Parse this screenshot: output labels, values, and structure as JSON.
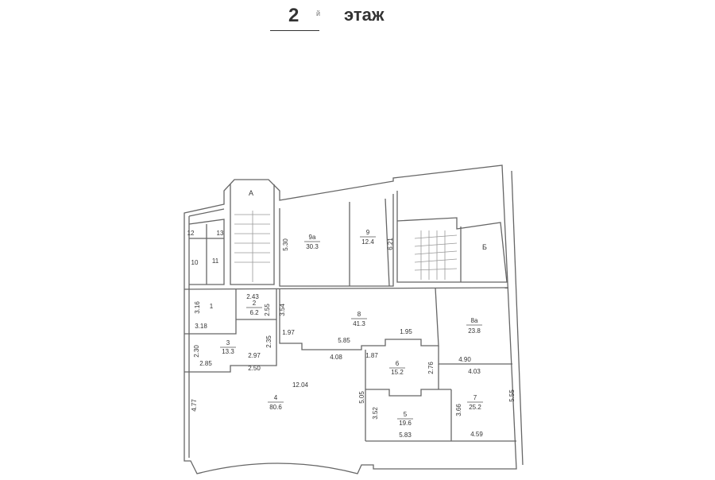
{
  "header": {
    "floor_number": "2",
    "floor_mark": "й",
    "floor_word": "этаж"
  },
  "plan": {
    "stairs": [
      {
        "label": "A"
      },
      {
        "label": "Б"
      }
    ],
    "rooms": [
      {
        "num": "1",
        "area": ""
      },
      {
        "num": "2",
        "area": "6.2"
      },
      {
        "num": "3",
        "area": "13.3"
      },
      {
        "num": "4",
        "area": "80.6"
      },
      {
        "num": "5",
        "area": "19.6"
      },
      {
        "num": "6",
        "area": "15.2"
      },
      {
        "num": "7",
        "area": "25.2"
      },
      {
        "num": "8",
        "area": "41.3"
      },
      {
        "num": "8а",
        "area": "23.8"
      },
      {
        "num": "9",
        "area": "12.4"
      },
      {
        "num": "9а",
        "area": "30.3"
      },
      {
        "num": "10",
        "area": ""
      },
      {
        "num": "11",
        "area": ""
      },
      {
        "num": "12",
        "area": ""
      },
      {
        "num": "13",
        "area": ""
      }
    ],
    "dims": [
      "5.30",
      "6.21",
      "3.16",
      "3.18",
      "2.43",
      "2.55",
      "3.54",
      "1.97",
      "5.85",
      "1.95",
      "4.90",
      "2.97",
      "2.35",
      "2.30",
      "2.85",
      "2.50",
      "4.08",
      "1.87",
      "2.76",
      "4.03",
      "12.04",
      "4.77",
      "5.05",
      "3.52",
      "5.83",
      "3.66",
      "5.55",
      "4.59"
    ]
  }
}
